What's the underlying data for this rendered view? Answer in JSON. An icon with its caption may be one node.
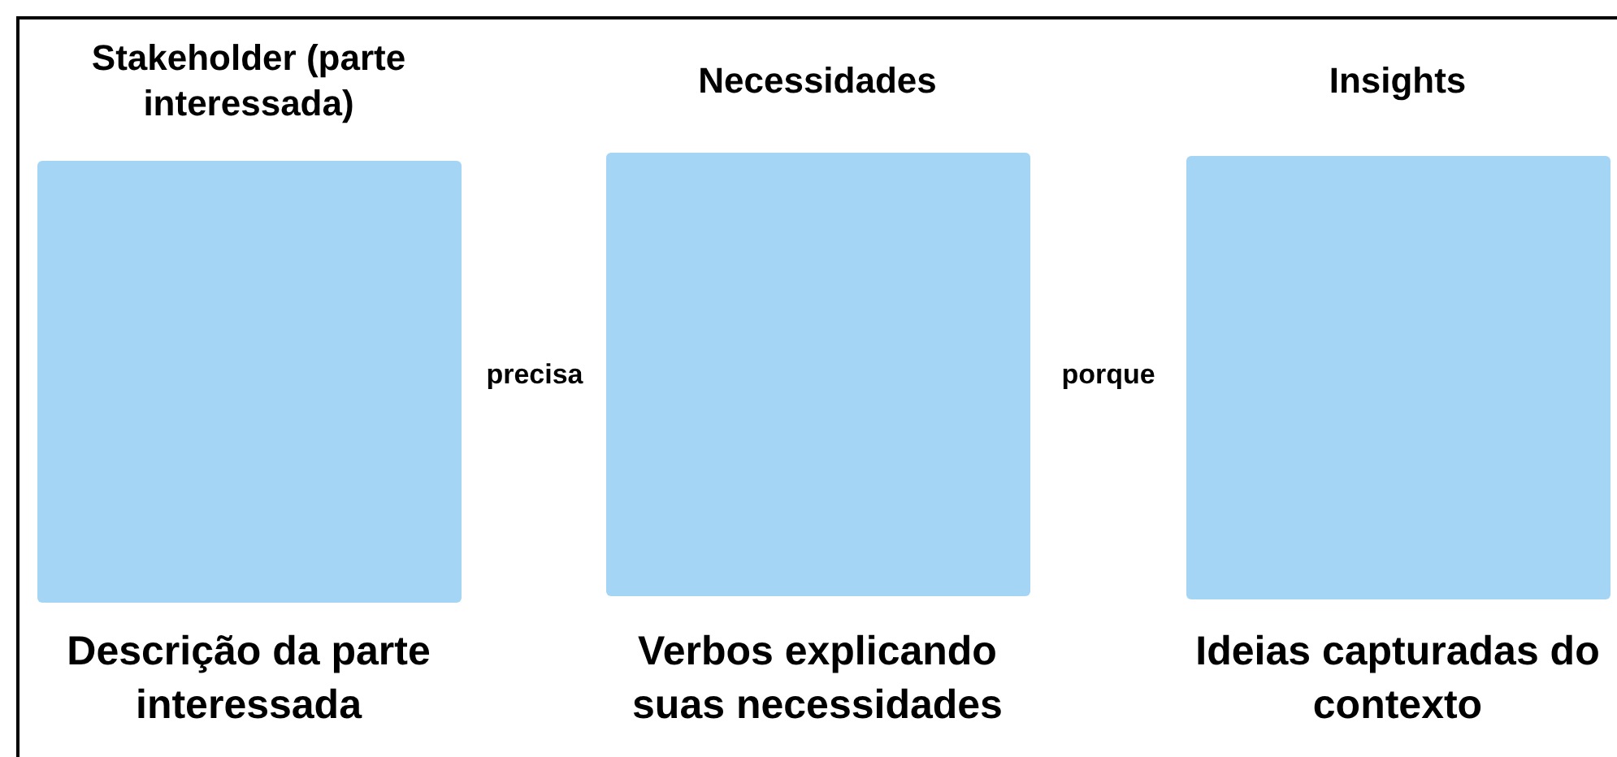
{
  "diagram": {
    "nodes": [
      {
        "text": [
          "Stakeholder (parte interessada)"
        ],
        "beside": [
          "Descrição da parte interessada"
        ]
      },
      {
        "text": [
          "Necessidades"
        ],
        "beside": [
          "Verbos explicando suas necessidades"
        ]
      },
      {
        "text": [
          "Insights"
        ],
        "beside": [
          "Ideias capturadas do contexto"
        ]
      }
    ],
    "labels": [
      "precisa",
      "porque"
    ]
  }
}
